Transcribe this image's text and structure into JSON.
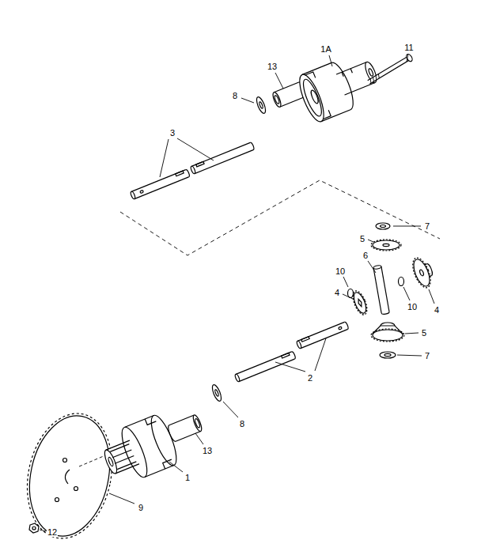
{
  "diagram": {
    "labels": [
      "1A",
      "11",
      "13",
      "8",
      "3",
      "7",
      "5",
      "6",
      "10",
      "4",
      "10",
      "4",
      "5",
      "7",
      "2",
      "8",
      "13",
      "1",
      "9",
      "12"
    ]
  }
}
